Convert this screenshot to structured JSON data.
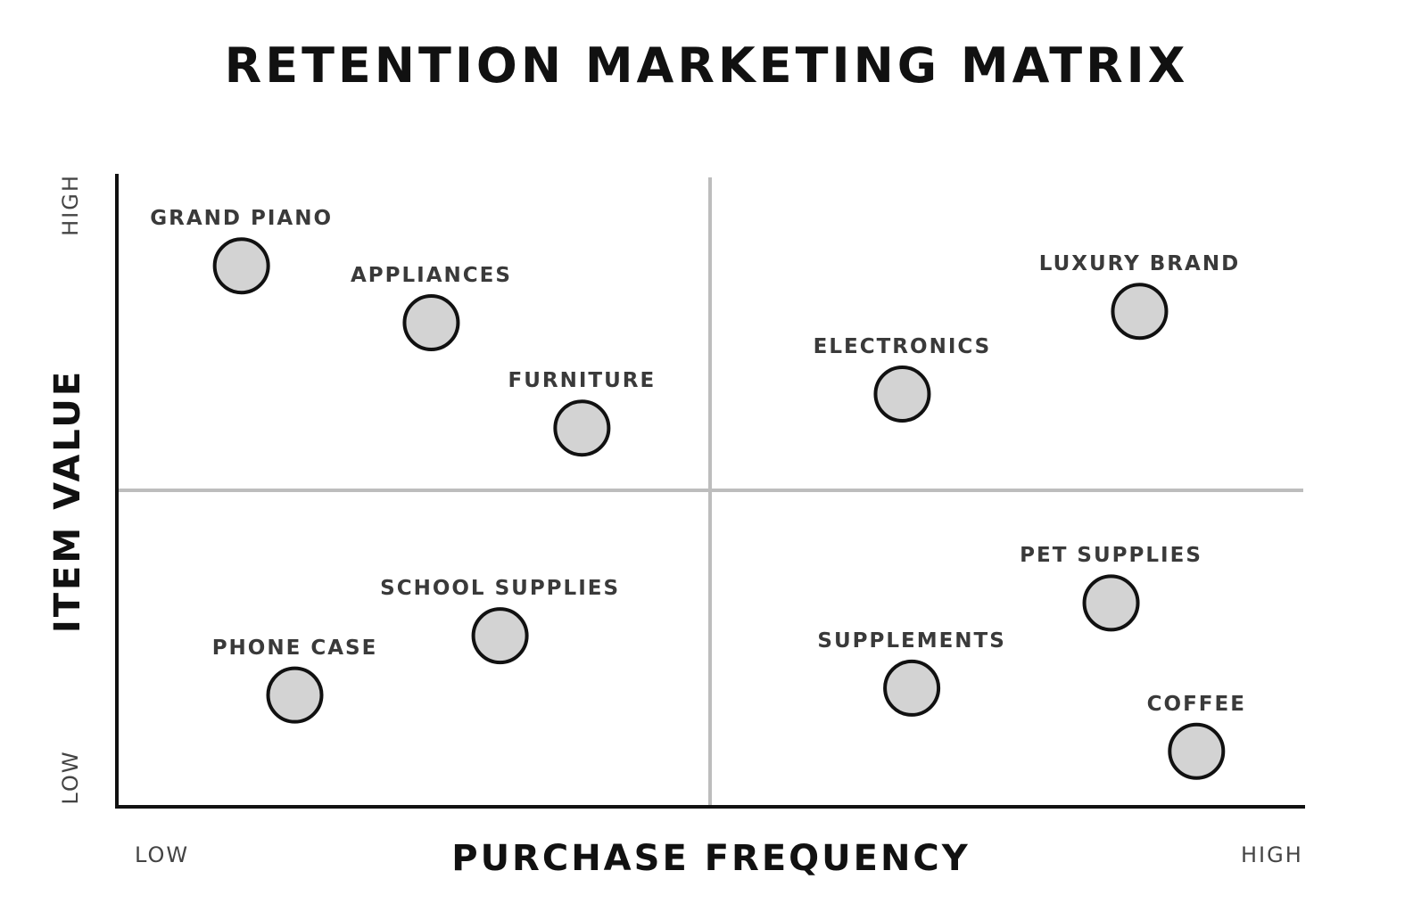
{
  "title": "RETENTION MARKETING MATRIX",
  "axes": {
    "x": {
      "label": "PURCHASE FREQUENCY",
      "low": "LOW",
      "high": "HIGH"
    },
    "y": {
      "label": "ITEM VALUE",
      "low": "LOW",
      "high": "HIGH"
    }
  },
  "colors": {
    "axis": "#111111",
    "divider": "#bdbdbd",
    "bubble_fill": "#d3d3d3",
    "bubble_stroke": "#111111",
    "label": "#3a3a3a"
  },
  "chart_data": {
    "type": "scatter",
    "title": "RETENTION MARKETING MATRIX",
    "xlabel": "PURCHASE FREQUENCY",
    "ylabel": "ITEM VALUE",
    "x_ticks": [
      "LOW",
      "HIGH"
    ],
    "y_ticks": [
      "LOW",
      "HIGH"
    ],
    "xlim": [
      0,
      10
    ],
    "ylim": [
      0,
      10
    ],
    "quadrant_dividers": {
      "x": 5,
      "y": 5
    },
    "grid": false,
    "legend": "none",
    "points": [
      {
        "label": "GRAND PIANO",
        "x": 1.05,
        "y": 8.57
      },
      {
        "label": "APPLIANCES",
        "x": 2.65,
        "y": 7.67
      },
      {
        "label": "FURNITURE",
        "x": 3.92,
        "y": 6.0
      },
      {
        "label": "ELECTRONICS",
        "x": 6.62,
        "y": 6.54
      },
      {
        "label": "LUXURY BRAND",
        "x": 8.62,
        "y": 7.85
      },
      {
        "label": "SCHOOL SUPPLIES",
        "x": 3.23,
        "y": 2.71
      },
      {
        "label": "PHONE CASE",
        "x": 1.5,
        "y": 1.77
      },
      {
        "label": "PET SUPPLIES",
        "x": 8.38,
        "y": 3.23
      },
      {
        "label": "SUPPLEMENTS",
        "x": 6.7,
        "y": 1.88
      },
      {
        "label": "COFFEE",
        "x": 9.1,
        "y": 0.88
      }
    ]
  }
}
